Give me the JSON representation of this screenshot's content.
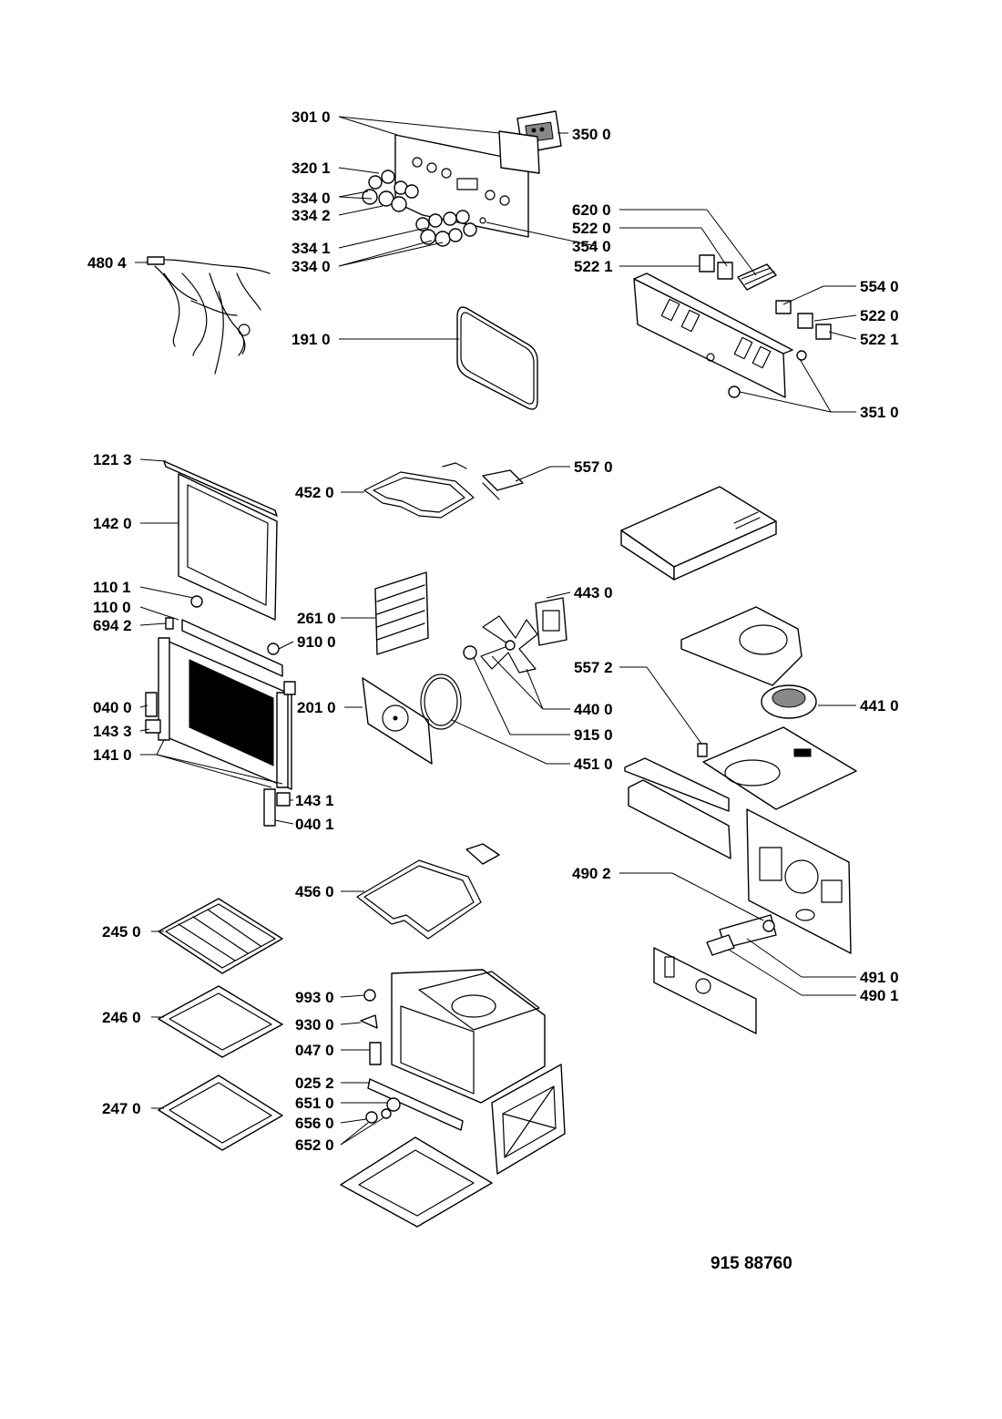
{
  "diagram_code": "915 88760",
  "callouts": [
    {
      "id": "c-301-0",
      "text": "301 0"
    },
    {
      "id": "c-350-0",
      "text": "350 0"
    },
    {
      "id": "c-320-1",
      "text": "320 1"
    },
    {
      "id": "c-334-0a",
      "text": "334 0"
    },
    {
      "id": "c-334-2",
      "text": "334 2"
    },
    {
      "id": "c-334-1",
      "text": "334 1"
    },
    {
      "id": "c-334-0b",
      "text": "334 0"
    },
    {
      "id": "c-354-0",
      "text": "354 0"
    },
    {
      "id": "c-620-0",
      "text": "620 0"
    },
    {
      "id": "c-522-0a",
      "text": "522 0"
    },
    {
      "id": "c-522-1a",
      "text": "522 1"
    },
    {
      "id": "c-554-0",
      "text": "554 0"
    },
    {
      "id": "c-522-0b",
      "text": "522 0"
    },
    {
      "id": "c-522-1b",
      "text": "522 1"
    },
    {
      "id": "c-351-0",
      "text": "351 0"
    },
    {
      "id": "c-480-4",
      "text": "480 4"
    },
    {
      "id": "c-191-0",
      "text": "191 0"
    },
    {
      "id": "c-121-3",
      "text": "121 3"
    },
    {
      "id": "c-142-0",
      "text": "142 0"
    },
    {
      "id": "c-452-0",
      "text": "452 0"
    },
    {
      "id": "c-557-0",
      "text": "557 0"
    },
    {
      "id": "c-110-1",
      "text": "110 1"
    },
    {
      "id": "c-110-0",
      "text": "110 0"
    },
    {
      "id": "c-694-2",
      "text": "694 2"
    },
    {
      "id": "c-261-0",
      "text": "261 0"
    },
    {
      "id": "c-910-0",
      "text": "910 0"
    },
    {
      "id": "c-443-0",
      "text": "443 0"
    },
    {
      "id": "c-557-2",
      "text": "557 2"
    },
    {
      "id": "c-040-0",
      "text": "040 0"
    },
    {
      "id": "c-201-0",
      "text": "201 0"
    },
    {
      "id": "c-440-0",
      "text": "440 0"
    },
    {
      "id": "c-441-0",
      "text": "441 0"
    },
    {
      "id": "c-143-3",
      "text": "143 3"
    },
    {
      "id": "c-915-0",
      "text": "915 0"
    },
    {
      "id": "c-141-0",
      "text": "141 0"
    },
    {
      "id": "c-451-0",
      "text": "451 0"
    },
    {
      "id": "c-143-1",
      "text": "143 1"
    },
    {
      "id": "c-040-1",
      "text": "040 1"
    },
    {
      "id": "c-490-2",
      "text": "490 2"
    },
    {
      "id": "c-456-0",
      "text": "456 0"
    },
    {
      "id": "c-245-0",
      "text": "245 0"
    },
    {
      "id": "c-491-0",
      "text": "491 0"
    },
    {
      "id": "c-490-1",
      "text": "490 1"
    },
    {
      "id": "c-993-0",
      "text": "993 0"
    },
    {
      "id": "c-246-0",
      "text": "246 0"
    },
    {
      "id": "c-930-0",
      "text": "930 0"
    },
    {
      "id": "c-047-0",
      "text": "047 0"
    },
    {
      "id": "c-025-2",
      "text": "025 2"
    },
    {
      "id": "c-247-0",
      "text": "247 0"
    },
    {
      "id": "c-651-0",
      "text": "651 0"
    },
    {
      "id": "c-656-0",
      "text": "656 0"
    },
    {
      "id": "c-652-0",
      "text": "652 0"
    }
  ]
}
